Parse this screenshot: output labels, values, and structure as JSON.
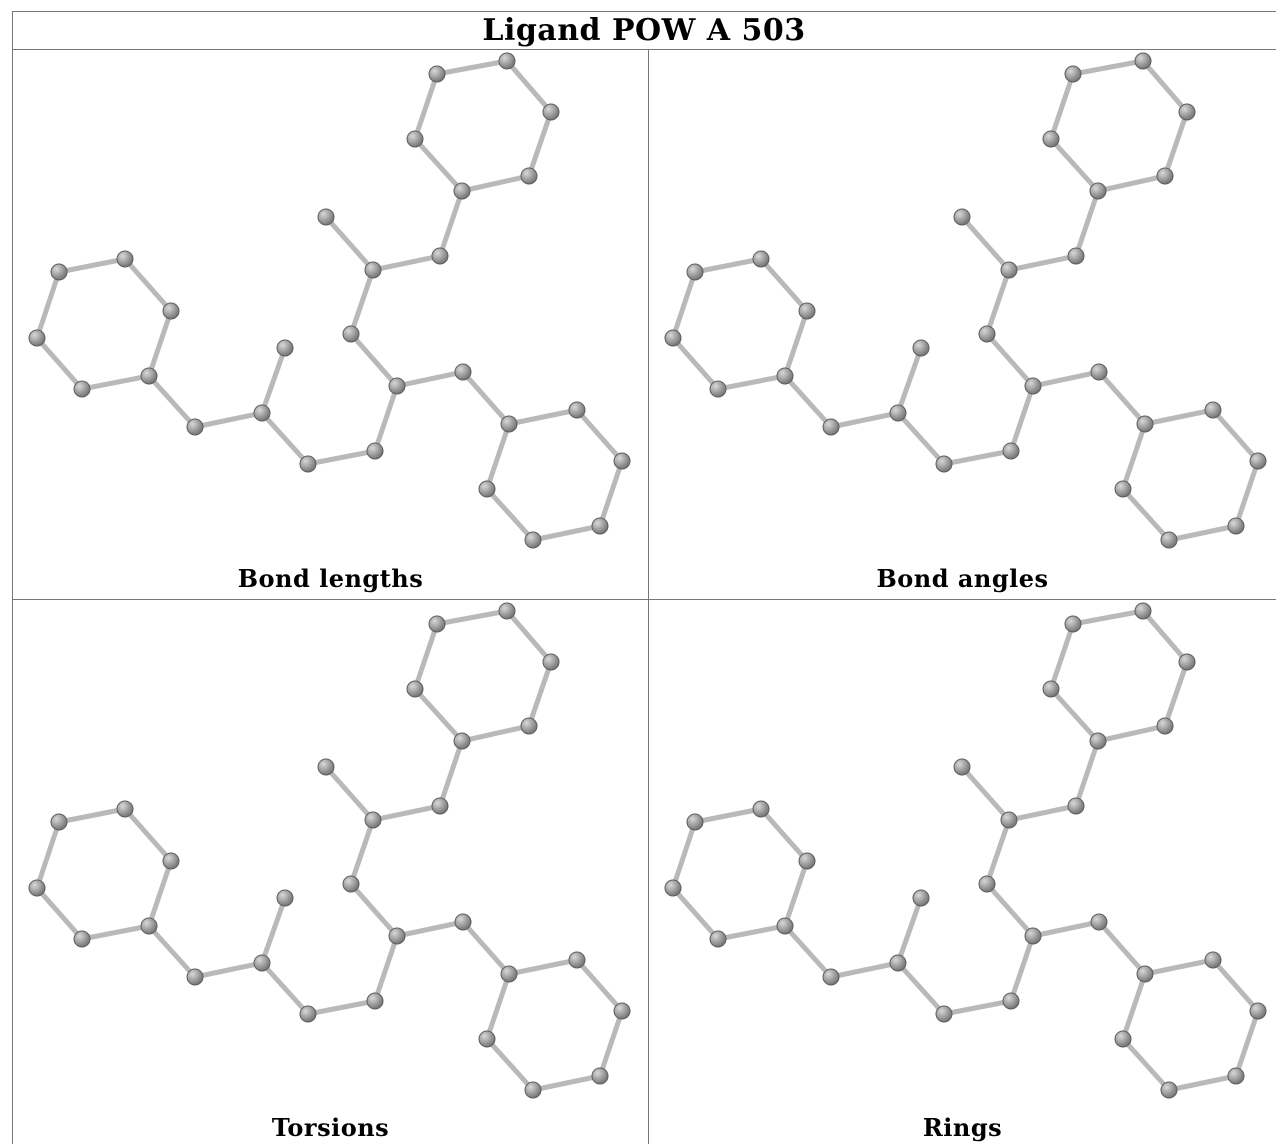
{
  "title": "Ligand POW A 503",
  "panels": [
    {
      "caption": "Bond lengths"
    },
    {
      "caption": "Bond angles"
    },
    {
      "caption": "Torsions"
    },
    {
      "caption": "Rings"
    }
  ],
  "colors": {
    "atom": "#7a7a7a",
    "atom_highlight": "#d8d8d8",
    "bond": "#b9b9b9",
    "border": "#777777"
  }
}
